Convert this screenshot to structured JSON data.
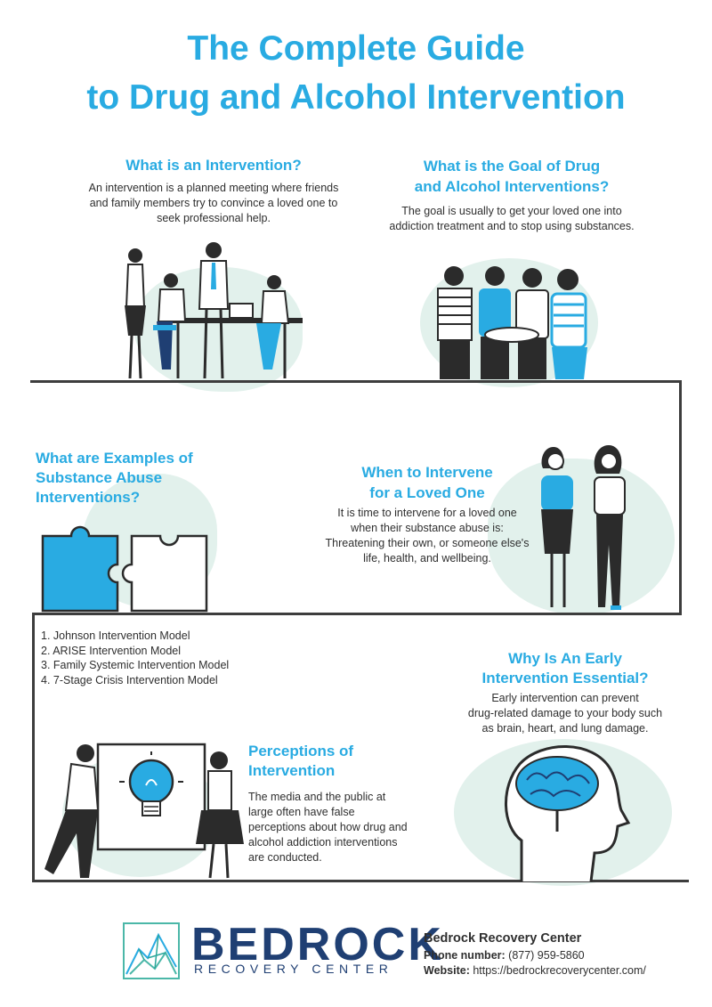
{
  "header": {
    "title_line1": "The Complete Guide",
    "title_line2": "to Drug and Alcohol Intervention"
  },
  "sections": {
    "what_is": {
      "heading": "What is an Intervention?",
      "body": [
        "An intervention is a planned meeting where friends",
        "and family members try to convince a loved one to",
        "seek professional help."
      ]
    },
    "goal": {
      "heading": [
        "What is the Goal of Drug",
        "and Alcohol Interventions?"
      ],
      "body": [
        "The goal is usually to get your loved one into",
        "addiction treatment and to stop using substances."
      ]
    },
    "examples": {
      "heading": [
        "What are Examples of",
        "Substance Abuse",
        "Interventions?"
      ],
      "items": [
        "1. Johnson Intervention Model",
        "2. ARISE Intervention Model",
        "3. Family Systemic Intervention Model",
        "4. 7-Stage Crisis Intervention Model"
      ]
    },
    "when": {
      "heading": [
        "When to Intervene",
        "for a Loved One"
      ],
      "body": [
        "It is time to intervene for a loved one",
        "when their substance abuse is:",
        "Threatening their own, or someone else's",
        "life, health, and wellbeing."
      ]
    },
    "early": {
      "heading": [
        "Why Is An Early",
        "Intervention Essential?"
      ],
      "body": [
        "Early intervention can prevent",
        "drug-related damage to your body such",
        "as brain, heart, and lung damage."
      ]
    },
    "perceptions": {
      "heading": [
        "Perceptions of",
        "Intervention"
      ],
      "body": [
        "The media and the public at",
        "large often have false",
        "perceptions about how drug and",
        "alcohol addiction interventions",
        "are conducted."
      ]
    }
  },
  "footer": {
    "logo_main": "BEDROCK",
    "logo_sub": "RECOVERY CENTER",
    "org_name": "Bedrock Recovery Center",
    "phone_label": "Phone number:",
    "phone_value": "(877) 959-5860",
    "website_label": "Website:",
    "website_value": "https://bedrockrecoverycenter.com/"
  },
  "colors": {
    "accent": "#29abe2",
    "brand_navy": "#1f3f73",
    "blob": "#e2f1ec",
    "ink": "#2b2b2b"
  },
  "icons": [
    "meeting-illustration",
    "team-hands-illustration",
    "puzzle-illustration",
    "women-talking-illustration",
    "lightbulb-illustration",
    "brain-head-illustration",
    "bedrock-logo-icon"
  ]
}
